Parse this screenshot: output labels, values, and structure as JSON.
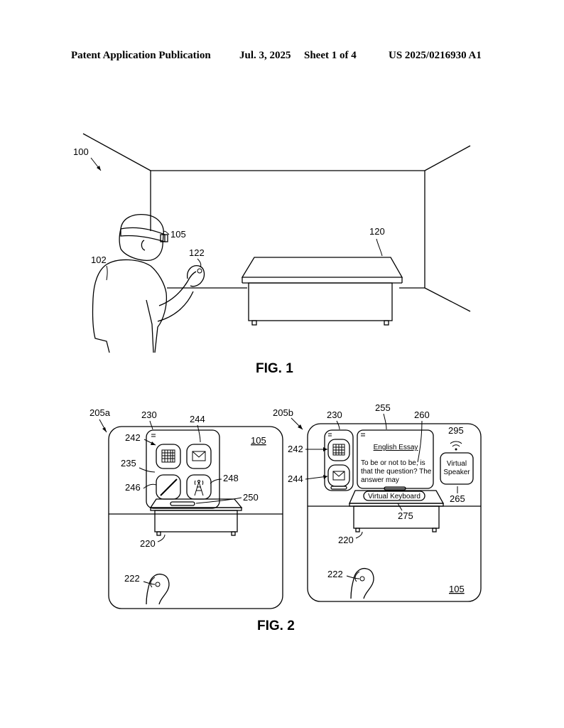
{
  "header": {
    "publication": "Patent Application Publication",
    "date": "Jul. 3, 2025",
    "sheet": "Sheet 1 of 4",
    "number": "US 2025/0216930 A1"
  },
  "fig1": {
    "caption": "FIG. 1",
    "labels": {
      "system": "100",
      "user": "102",
      "headset": "105",
      "table": "120",
      "hand": "122"
    }
  },
  "fig2": {
    "caption": "FIG. 2",
    "left": {
      "labels": {
        "view": "205a",
        "menu": "230",
        "mail_app": "244",
        "device": "105",
        "calendar_app": "242",
        "launcher": "235",
        "tower_app": "248",
        "draw_app": "246",
        "handle": "250",
        "table": "220",
        "hand": "222"
      }
    },
    "right": {
      "labels": {
        "view": "205b",
        "menu": "230",
        "essay_window": "255",
        "essay_text_ref": "260",
        "speaker_ref": "295",
        "calendar_app": "242",
        "mail_app": "244",
        "speaker_panel": "265",
        "keyboard_ref": "275",
        "table": "220",
        "hand": "222",
        "device": "105"
      },
      "essay_title": "English Essay",
      "essay_lines": [
        "To be or not to be, is",
        "that the question? The",
        "answer may"
      ],
      "speaker_lines": [
        "Virtual",
        "Speaker"
      ],
      "keyboard_label": "Virtual Keyboard"
    }
  }
}
